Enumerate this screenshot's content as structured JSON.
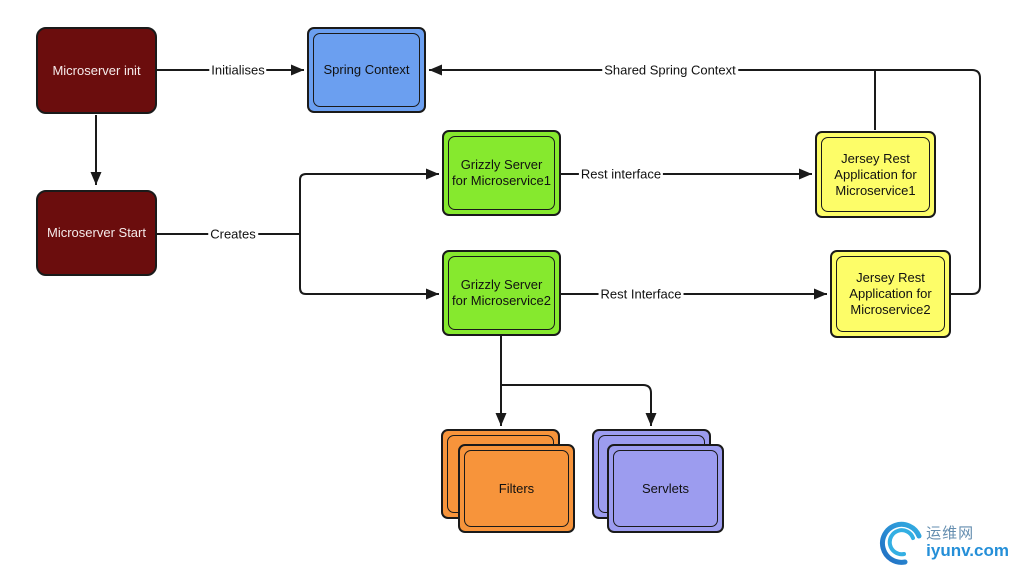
{
  "diagram": {
    "nodes": {
      "microserver_init": {
        "label": "Microserver init",
        "fill": "#6b0d0d"
      },
      "spring_context": {
        "label": "Spring Context",
        "fill": "#6b9ff0"
      },
      "microserver_start": {
        "label": "Microserver Start",
        "fill": "#6b0d0d"
      },
      "grizzly1": {
        "lines": [
          "Grizzly Server",
          "for Microservice1"
        ],
        "fill": "#86e92e"
      },
      "grizzly2": {
        "lines": [
          "Grizzly Server",
          "for Microservice2"
        ],
        "fill": "#86e92e"
      },
      "jersey1": {
        "lines": [
          "Jersey Rest",
          "Application for",
          "Microservice1"
        ],
        "fill": "#fdfd68"
      },
      "jersey2": {
        "lines": [
          "Jersey Rest",
          "Application for",
          "Microservice2"
        ],
        "fill": "#fdfd68"
      },
      "filters": {
        "label": "Filters",
        "fill": "#f7943b",
        "stacked": true
      },
      "servlets": {
        "label": "Servlets",
        "fill": "#9c9cef",
        "stacked": true
      }
    },
    "edge_labels": {
      "initialises": "Initialises",
      "creates": "Creates",
      "rest_interface_1": "Rest interface",
      "rest_interface_2": "Rest Interface",
      "shared_spring_context": "Shared Spring Context"
    },
    "line_color": "#1a1a1a",
    "background": "#ffffff"
  },
  "watermark": {
    "site_name": "运维网",
    "site_url": "iyunv.com",
    "brand_blue": "#1a8ad6"
  }
}
